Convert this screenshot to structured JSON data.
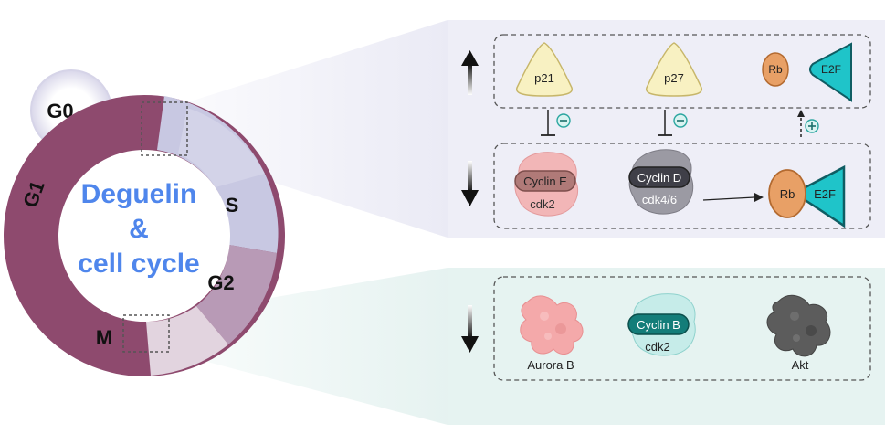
{
  "cycle": {
    "center_line1": "Deguelin",
    "center_line2": "&",
    "center_line3": "cell cycle",
    "phase_g0": "G0",
    "phase_g1": "G1",
    "phase_s": "S",
    "phase_g2": "G2",
    "phase_m": "M",
    "colors": {
      "g1": "#8e4a6e",
      "s": "#c8c8e2",
      "g2": "#b89ab6",
      "m": "#e2d4df",
      "center_text": "#4f86ec"
    }
  },
  "g1s_panel": {
    "top_row": {
      "p21": "p21",
      "p27": "p27",
      "rb": "Rb",
      "e2f": "E2F"
    },
    "bottom_row": {
      "cyclin_e": "Cyclin E",
      "cdk2": "cdk2",
      "cyclin_d": "Cyclin D",
      "cdk46": "cdk4/6",
      "rb": "Rb",
      "e2f": "E2F"
    },
    "inhibit_symbol": "⊖",
    "activate_symbol": "+"
  },
  "g2m_panel": {
    "aurora_b": "Aurora B",
    "cyclin_b": "Cyclin B",
    "cdk2": "cdk2",
    "akt": "Akt"
  }
}
